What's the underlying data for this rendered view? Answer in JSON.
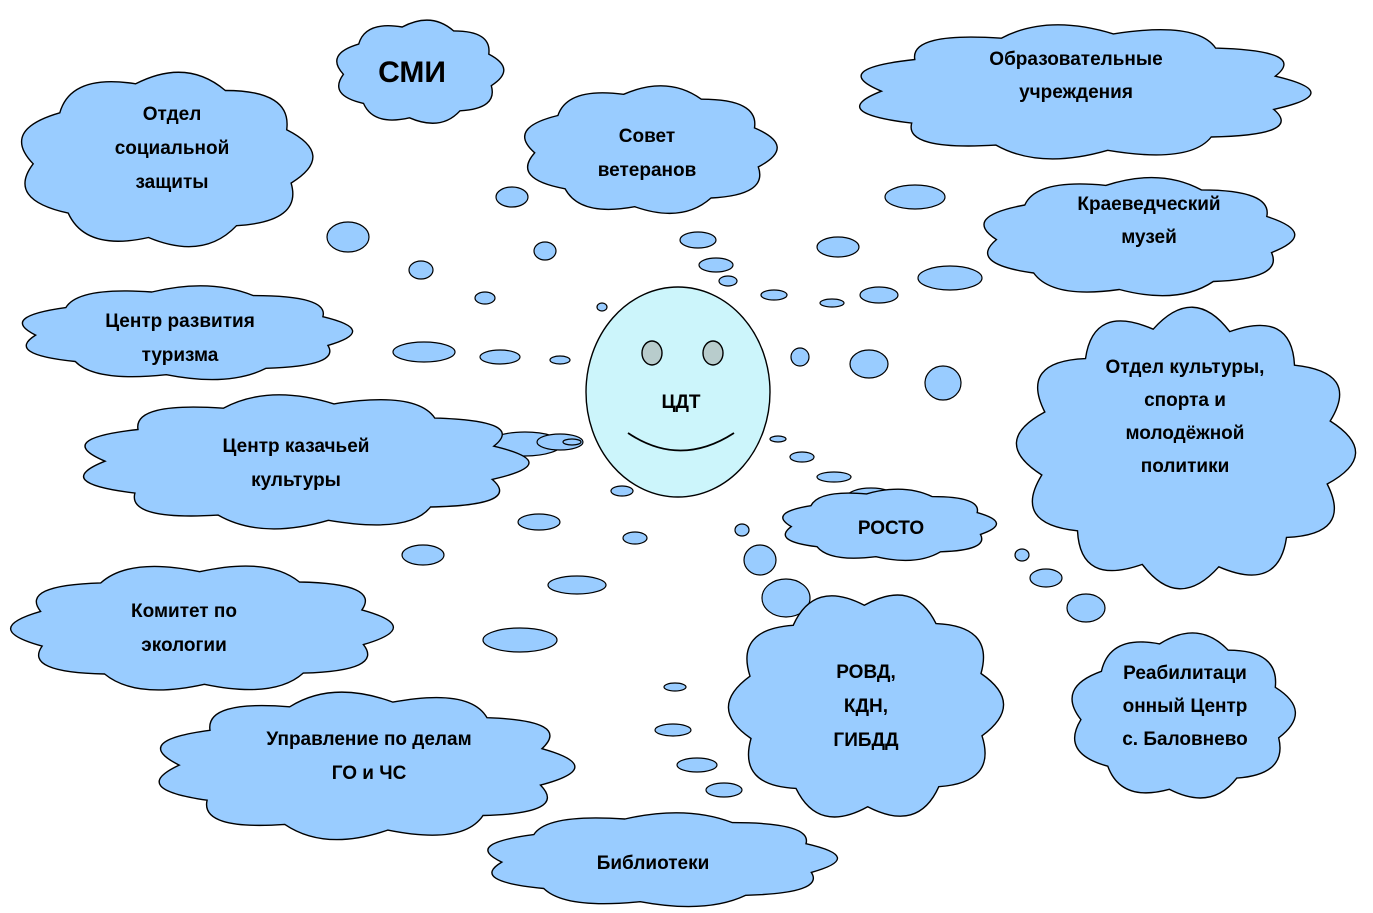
{
  "center": {
    "label": "ЦДТ"
  },
  "clouds": {
    "smi": [
      "СМИ"
    ],
    "social": [
      "Отдел",
      "социальной",
      "защиты"
    ],
    "veterans": [
      "Совет",
      "ветеранов"
    ],
    "education": [
      "Образовательные",
      "учреждения"
    ],
    "museum": [
      "Краеведческий",
      "музей"
    ],
    "tourism": [
      "Центр развития",
      "туризма"
    ],
    "cossack": [
      "Центр казачьей",
      "культуры"
    ],
    "culture": [
      "Отдел культуры,",
      "спорта и",
      "молодёжной",
      "политики"
    ],
    "rosto": [
      "РОСТО"
    ],
    "ecology": [
      "Комитет по",
      "экологии"
    ],
    "emergency": [
      "Управление по делам",
      "ГО и ЧС"
    ],
    "police": [
      "РОВД,",
      "КДН,",
      "ГИБДД"
    ],
    "rehab": [
      "Реабилитаци",
      "онный Центр",
      "с. Баловнево"
    ],
    "library": [
      "Библиотеки"
    ]
  }
}
